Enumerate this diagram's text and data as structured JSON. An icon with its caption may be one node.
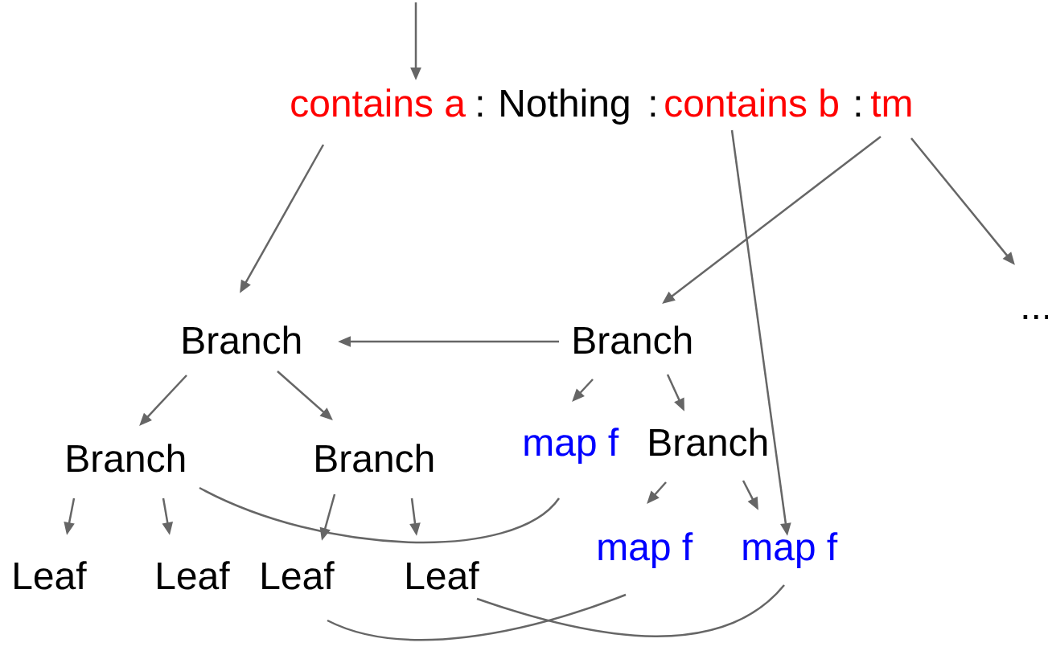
{
  "diagram": {
    "nodes": [
      {
        "text": [
          "contains a"
        ]
      },
      {
        "text": [
          "Nothing"
        ]
      },
      {
        "text": [
          "contains b"
        ]
      },
      {
        "text": [
          "tm"
        ]
      },
      {
        "text": [
          "Branch"
        ]
      },
      {
        "text": [
          "Branch"
        ]
      },
      {
        "text": [
          "Branch"
        ]
      },
      {
        "text": [
          "Branch"
        ]
      },
      {
        "text": [
          "map f"
        ]
      },
      {
        "text": [
          "Branch"
        ]
      },
      {
        "text": [
          "Leaf"
        ]
      },
      {
        "text": [
          "Leaf"
        ]
      },
      {
        "text": [
          "Leaf"
        ]
      },
      {
        "text": [
          "Leaf"
        ]
      },
      {
        "text": [
          "map f"
        ]
      },
      {
        "text": [
          "map f"
        ]
      },
      {
        "text": [
          "..."
        ]
      }
    ],
    "edges": [
      {
        "from": null,
        "to": 0,
        "arrow": "to"
      },
      {
        "from": 0,
        "to": 4,
        "arrow": "to"
      },
      {
        "from": 2,
        "to": 15,
        "arrow": "to"
      },
      {
        "from": 3,
        "to": 5,
        "arrow": "to"
      },
      {
        "from": 3,
        "to": 16,
        "arrow": "to"
      },
      {
        "from": 5,
        "to": 4,
        "arrow": "to"
      },
      {
        "from": 4,
        "to": 6,
        "arrow": "to"
      },
      {
        "from": 4,
        "to": 7,
        "arrow": "to"
      },
      {
        "from": 5,
        "to": 8,
        "arrow": "to"
      },
      {
        "from": 5,
        "to": 9,
        "arrow": "to"
      },
      {
        "from": 6,
        "to": 10,
        "arrow": "to"
      },
      {
        "from": 6,
        "to": 11,
        "arrow": "to"
      },
      {
        "from": 7,
        "to": 12,
        "arrow": "to"
      },
      {
        "from": 7,
        "to": 13,
        "arrow": "to"
      },
      {
        "from": 9,
        "to": 14,
        "arrow": "to"
      },
      {
        "from": 9,
        "to": 15,
        "arrow": "to"
      },
      {
        "from": 6,
        "to": 8,
        "arrow": "none"
      },
      {
        "from": 14,
        "to": 12,
        "arrow": "none"
      },
      {
        "from": 15,
        "to": 13,
        "arrow": "none"
      }
    ],
    "labels": [
      ":",
      ":",
      ":"
    ]
  }
}
